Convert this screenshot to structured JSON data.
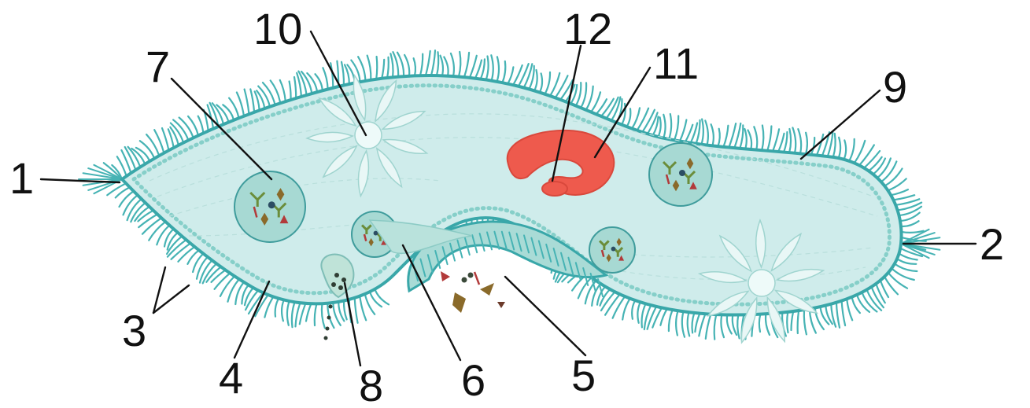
{
  "diagram": {
    "subject": "paramecium",
    "colors": {
      "cytoplasm": "#cfeceb",
      "membrane": "#39a7a9",
      "cilia": "#46b3b4",
      "nucleus": "#ee5a4d",
      "vacuole_fill": "#a7d9d3",
      "vacuole_stroke": "#3f9c9c",
      "food_brown": "#8a6a2a",
      "food_green": "#6b8d3a",
      "food_red": "#b23a3a",
      "label_text": "#111111"
    },
    "labels": [
      {
        "id": "1",
        "text": "1"
      },
      {
        "id": "2",
        "text": "2"
      },
      {
        "id": "3",
        "text": "3"
      },
      {
        "id": "4",
        "text": "4"
      },
      {
        "id": "5",
        "text": "5"
      },
      {
        "id": "6",
        "text": "6"
      },
      {
        "id": "7",
        "text": "7"
      },
      {
        "id": "8",
        "text": "8"
      },
      {
        "id": "9",
        "text": "9"
      },
      {
        "id": "10",
        "text": "10"
      },
      {
        "id": "11",
        "text": "11"
      },
      {
        "id": "12",
        "text": "12"
      }
    ]
  }
}
